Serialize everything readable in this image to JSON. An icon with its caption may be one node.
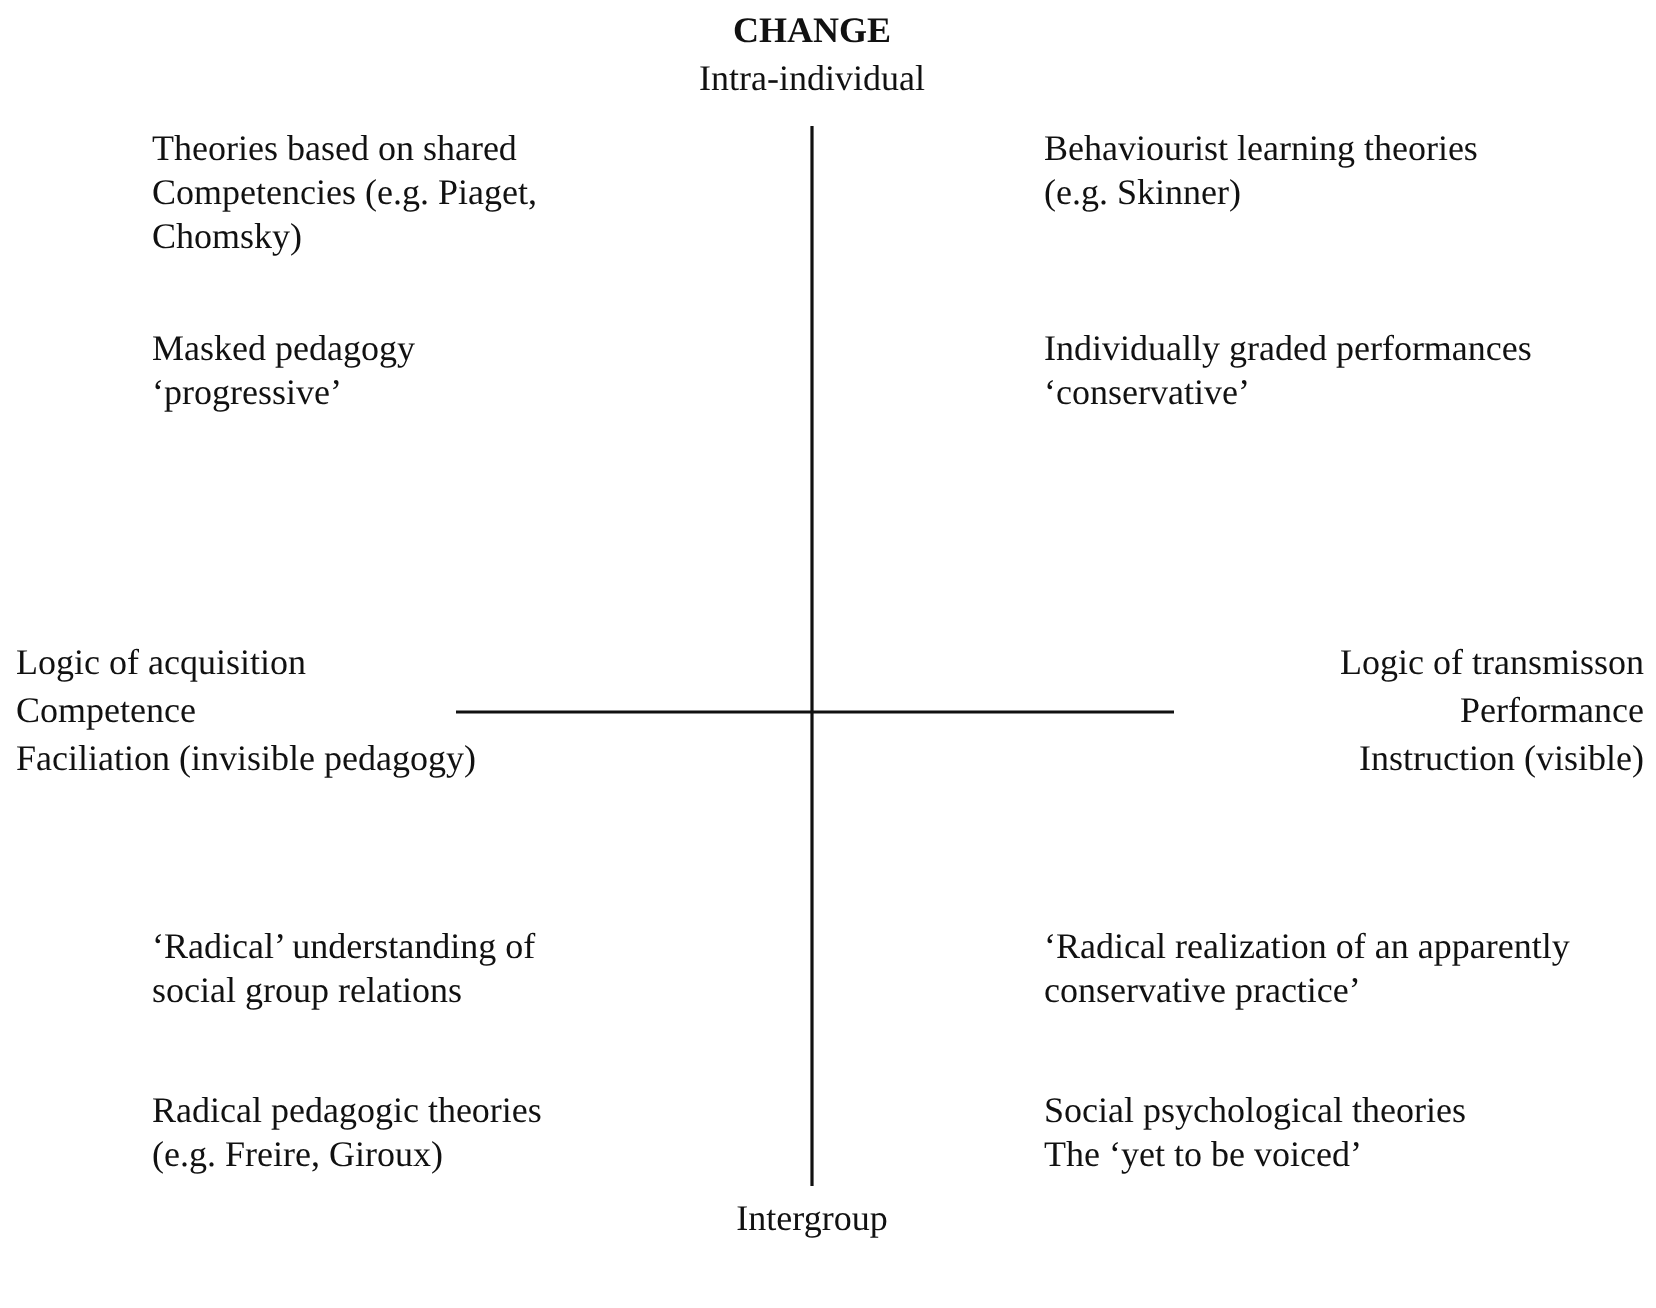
{
  "diagram": {
    "title": "CHANGE",
    "labels": [
      "Intra-individual",
      "Theories based on shared Competencies (e.g. Piaget, Chomsky)",
      "Behaviourist learning theories (e.g. Skinner)",
      "Masked pedagogy ‘progressive’",
      "Individually graded performances ‘conservative’",
      "Logic of acquisition",
      "Competence",
      "Faciliation (invisible pedagogy)",
      "Logic of transmisson",
      "Performance",
      "Instruction (visible)",
      "‘Radical’ understanding of social group relations",
      "‘Radical realization of an apparently conservative practice’",
      "Radical pedagogic theories (e.g. Freire, Giroux)",
      "Social psychological theories The ‘yet to be voiced’",
      "Intergroup"
    ]
  }
}
